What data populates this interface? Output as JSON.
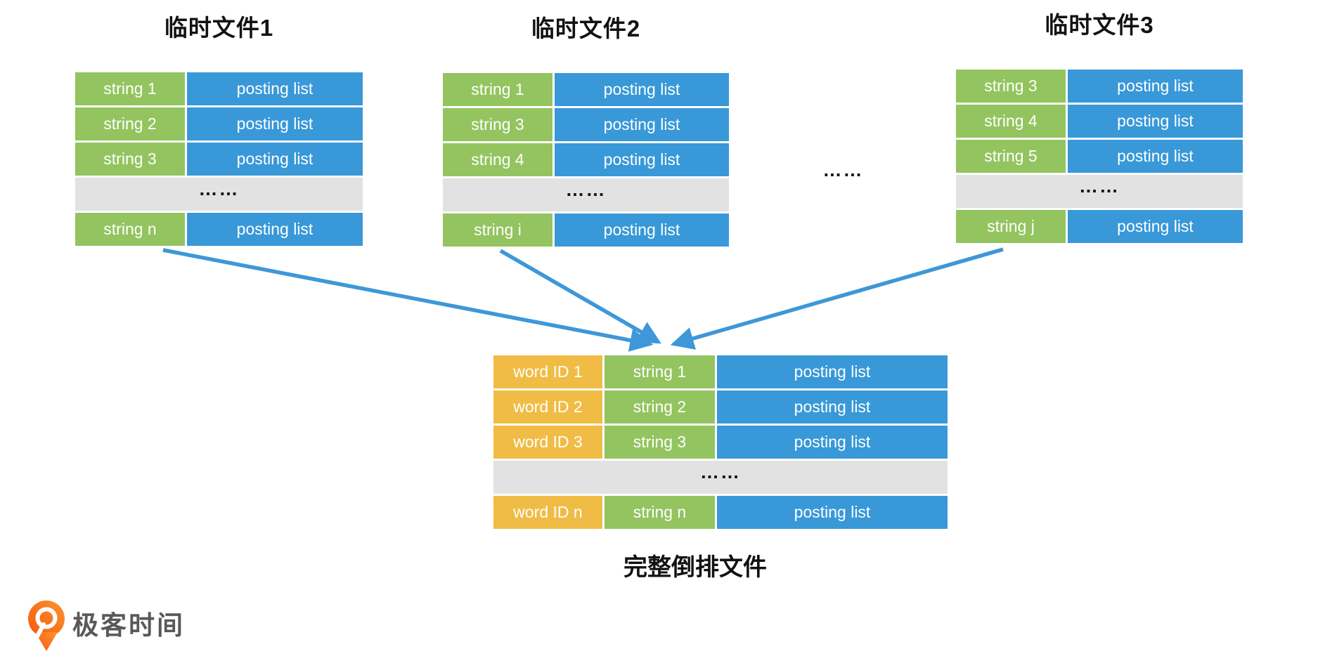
{
  "temp_files": [
    {
      "title": "临时文件1",
      "rows": [
        [
          "string 1",
          "posting list"
        ],
        [
          "string 2",
          "posting list"
        ],
        [
          "string 3",
          "posting list"
        ],
        [
          "……"
        ],
        [
          "string n",
          "posting list"
        ]
      ]
    },
    {
      "title": "临时文件2",
      "rows": [
        [
          "string 1",
          "posting list"
        ],
        [
          "string 3",
          "posting list"
        ],
        [
          "string 4",
          "posting list"
        ],
        [
          "……"
        ],
        [
          "string i",
          "posting list"
        ]
      ]
    },
    {
      "title": "临时文件3",
      "rows": [
        [
          "string 3",
          "posting list"
        ],
        [
          "string 4",
          "posting list"
        ],
        [
          "string 5",
          "posting list"
        ],
        [
          "……"
        ],
        [
          "string j",
          "posting list"
        ]
      ]
    }
  ],
  "between_files_ellipsis": "……",
  "merged_file": {
    "label": "完整倒排文件",
    "rows": [
      [
        "word ID 1",
        "string 1",
        "posting list"
      ],
      [
        "word ID 2",
        "string 2",
        "posting list"
      ],
      [
        "word ID 3",
        "string 3",
        "posting list"
      ],
      [
        "……"
      ],
      [
        "word ID n",
        "string n",
        "posting list"
      ]
    ]
  },
  "logo": {
    "text": "极客时间"
  },
  "colors": {
    "string_cell_green": "#93C45F",
    "posting_list_blue": "#3898D8",
    "word_id_yellow": "#F0BC45",
    "ellipsis_row_gray": "#E2E2E2",
    "arrow_blue": "#3E97D8",
    "logo_orange": "#F2590F",
    "logo_text_gray": "#5B5857"
  }
}
